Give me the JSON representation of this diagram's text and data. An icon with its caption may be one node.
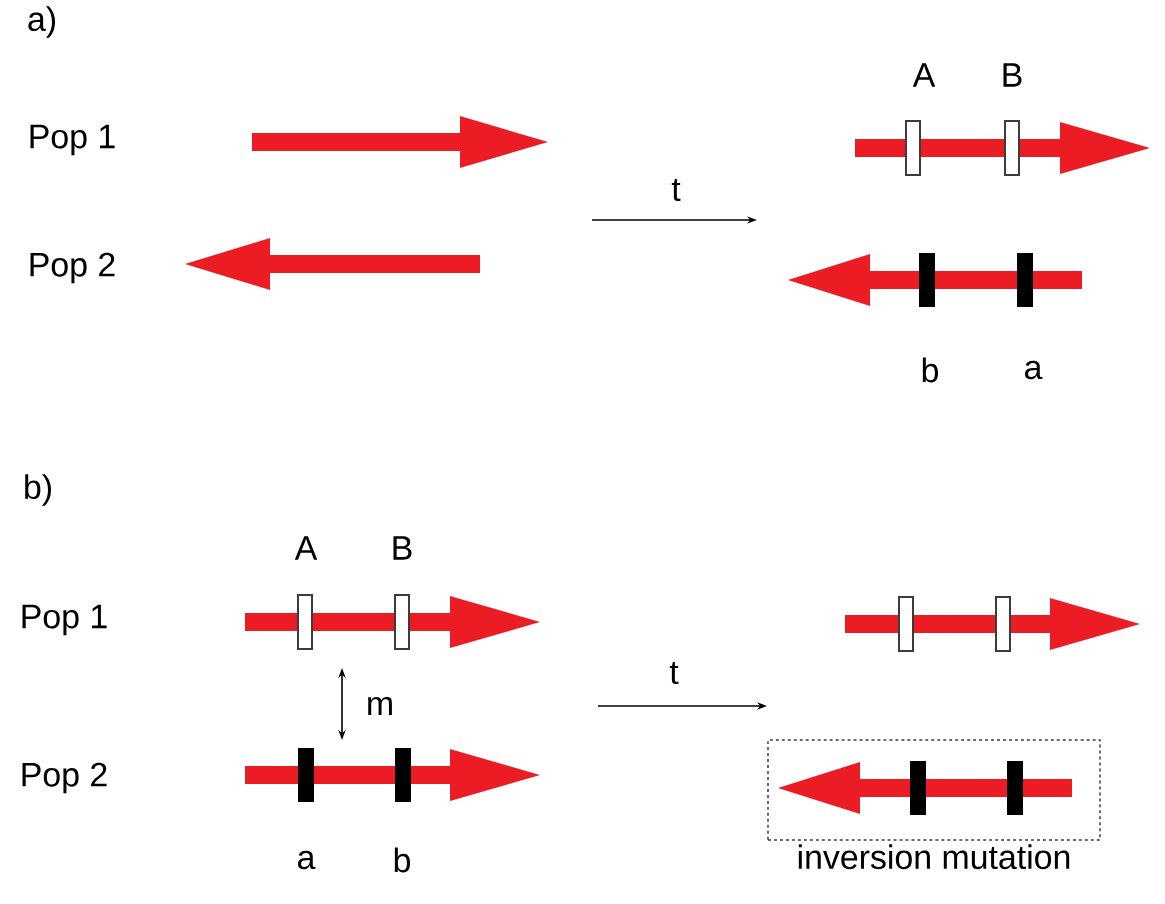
{
  "diagram": {
    "nodes": [
      {
        "text": [
          "inversion mutation"
        ]
      }
    ],
    "edges": [],
    "labels": [
      "a)",
      "A",
      "B",
      "Pop 1",
      "t",
      "Pop 2",
      "b",
      "a",
      "b)",
      "A",
      "B",
      "Pop 1",
      "m",
      "t",
      "Pop 2",
      "a",
      "b"
    ]
  }
}
